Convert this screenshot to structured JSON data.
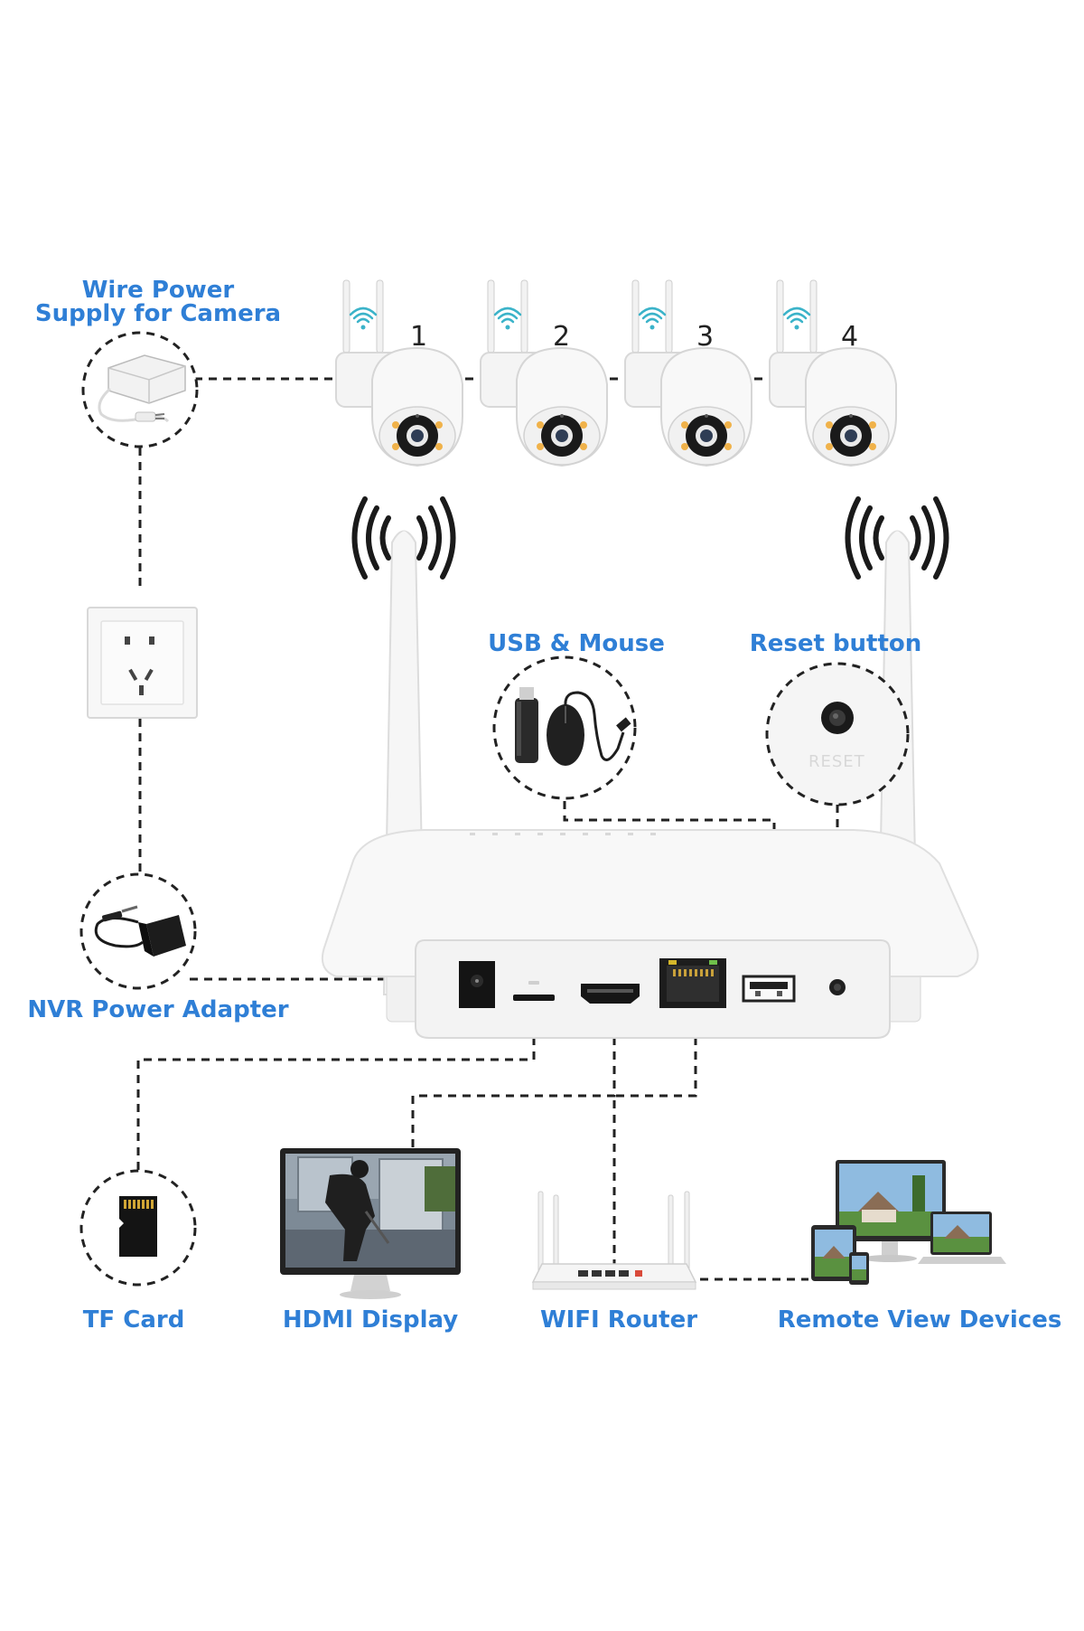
{
  "labels": {
    "wire_power_line1": "Wire Power",
    "wire_power_line2": "Supply for Camera",
    "usb_mouse": "USB & Mouse",
    "reset_button": "Reset button",
    "nvr_power_adapter": "NVR Power Adapter",
    "tf_card": "TF Card",
    "hdmi_display": "HDMl Display",
    "wifi_router": "WIFI Router",
    "remote_view_devices": "Remote View Devices"
  },
  "cameras": [
    {
      "number": "1"
    },
    {
      "number": "2"
    },
    {
      "number": "3"
    },
    {
      "number": "4"
    }
  ],
  "nvr_ports": {
    "reset_text": "RESET"
  },
  "colors": {
    "label_blue": "#2f7fd6",
    "line": "#222222",
    "device_white": "#f4f4f4",
    "outline_gray": "#d6d6d6",
    "wifi_teal": "#3bb3c9"
  },
  "icons": [
    "power-supply-icon",
    "wall-socket-icon",
    "power-adapter-icon",
    "camera-icon",
    "wifi-signal-icon",
    "usb-stick-icon",
    "mouse-icon",
    "reset-hole-icon",
    "nvr-device-icon",
    "tf-card-icon",
    "monitor-icon",
    "router-icon",
    "desktop-icon",
    "laptop-icon",
    "tablet-icon",
    "phone-icon"
  ]
}
